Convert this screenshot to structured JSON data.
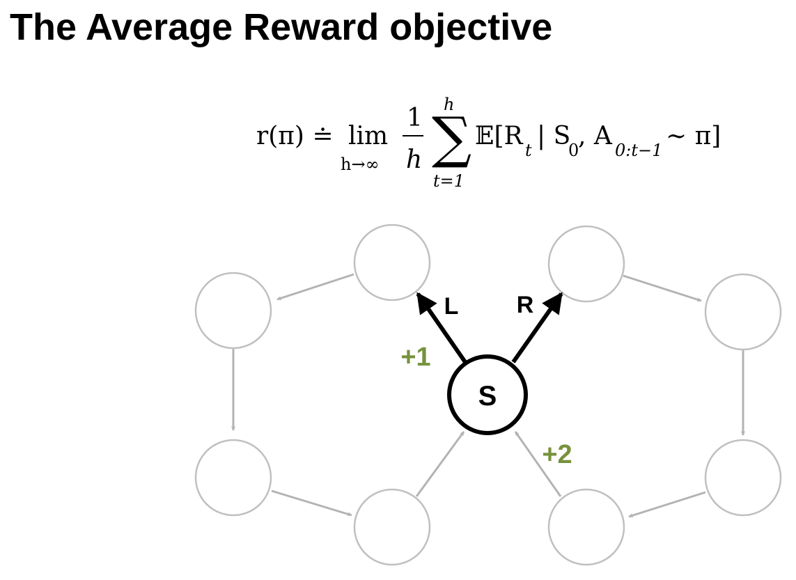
{
  "slide": {
    "title": "The Average Reward objective"
  },
  "formula": {
    "lhs": "r(π) ≐",
    "lim": "lim",
    "lim_sub": "h→∞",
    "frac_num": "1",
    "frac_den": "h",
    "sum_upper": "h",
    "sum_symbol": "∑",
    "sum_lower": "t=1",
    "expectation_open": "𝔼[R",
    "expectation_sub_t": "t",
    "given": "| S",
    "given_sub": "0",
    "action": ", A",
    "action_sub": "0:t−1",
    "tail": "∼ π]"
  },
  "diagram": {
    "start_state": {
      "label": "S"
    },
    "actions": {
      "left": {
        "label": "L",
        "reward": "+1"
      },
      "right": {
        "label": "R",
        "reward": "+2"
      }
    },
    "colors": {
      "reward": "#76923c",
      "node_gray": "#c0c0c0",
      "edge_gray": "#b3b3b3",
      "active": "#000000"
    }
  }
}
